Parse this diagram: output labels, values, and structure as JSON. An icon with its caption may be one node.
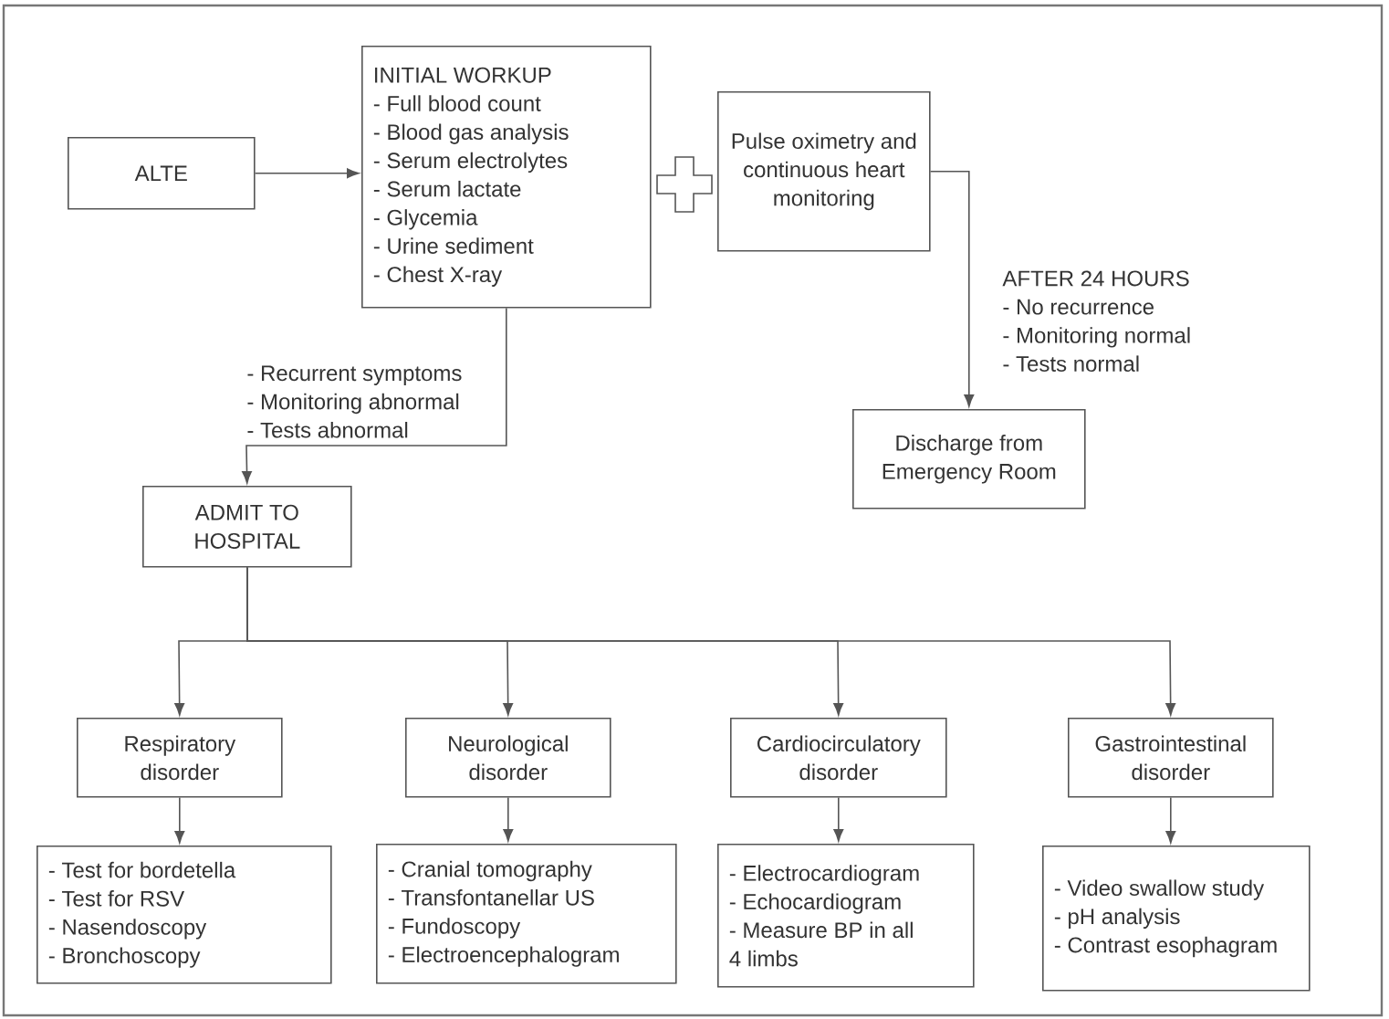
{
  "diagram": {
    "nodes": [
      {
        "text": [
          "ALTE"
        ]
      },
      {
        "text": [
          "INITIAL WORKUP",
          "- Full blood count",
          "- Blood gas analysis",
          "- Serum electrolytes",
          "- Serum lactate",
          "- Glycemia",
          "- Urine sediment",
          "- Chest X-ray"
        ]
      },
      {
        "text": [
          "Pulse oximetry and continuous heart monitoring"
        ]
      },
      {
        "text": [
          "Discharge from Emergency Room"
        ]
      },
      {
        "text": [
          "ADMIT TO HOSPITAL"
        ]
      },
      {
        "text": [
          "Respiratory disorder"
        ]
      },
      {
        "text": [
          "Neurological disorder"
        ]
      },
      {
        "text": [
          "Cardiocirculatory disorder"
        ]
      },
      {
        "text": [
          "Gastrointestinal disorder"
        ]
      },
      {
        "text": [
          "- Test for bordetella",
          "- Test for RSV",
          "- Nasendoscopy",
          "- Bronchoscopy"
        ]
      },
      {
        "text": [
          "- Cranial tomography",
          "- Transfontanellar US",
          "- Fundoscopy",
          "- Electroencephalogram"
        ]
      },
      {
        "text": [
          "- Electrocardiogram",
          "- Echocardiogram",
          "- Measure BP in all 4 limbs"
        ]
      },
      {
        "text": [
          "- Video swallow  study",
          "- pH analysis",
          "- Contrast esophagram"
        ]
      }
    ],
    "edges": [
      {
        "from": 0,
        "to": 1,
        "arrow": "to"
      },
      {
        "from": 1,
        "to": 4,
        "arrow": "to",
        "label": "- Recurrent symptoms - Monitoring abnormal - Tests abnormal"
      },
      {
        "from": 2,
        "to": 3,
        "arrow": "to",
        "label": "AFTER 24 HOURS - No recurrence - Monitoring normal - Tests normal"
      },
      {
        "from": 4,
        "to": 5,
        "arrow": "to"
      },
      {
        "from": 4,
        "to": 6,
        "arrow": "to"
      },
      {
        "from": 4,
        "to": 7,
        "arrow": "to"
      },
      {
        "from": 4,
        "to": 8,
        "arrow": "to"
      },
      {
        "from": 5,
        "to": 9,
        "arrow": "to"
      },
      {
        "from": 6,
        "to": 10,
        "arrow": "to"
      },
      {
        "from": 7,
        "to": 11,
        "arrow": "to"
      },
      {
        "from": 8,
        "to": 12,
        "arrow": "to"
      }
    ]
  }
}
